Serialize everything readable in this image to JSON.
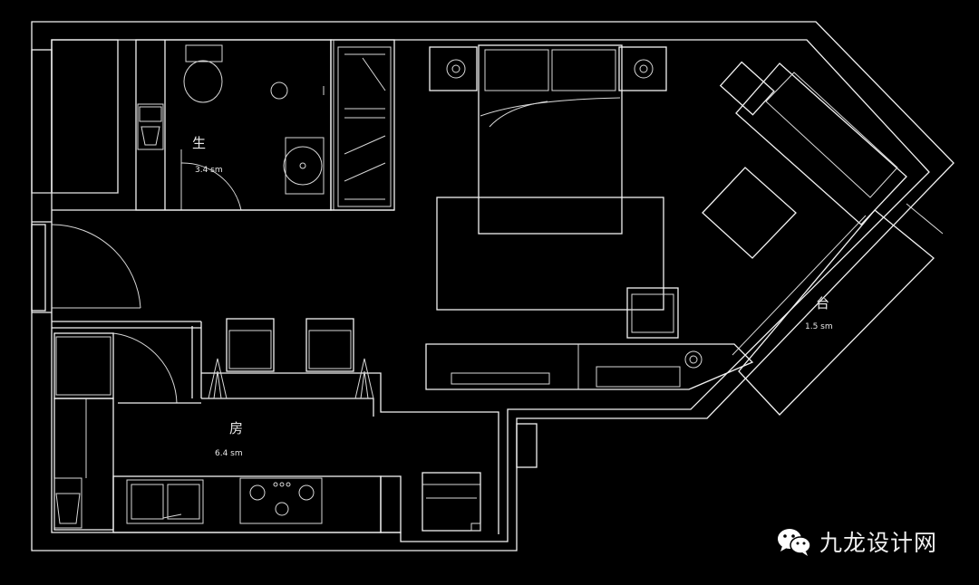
{
  "rooms": {
    "bathroom": {
      "name": "生",
      "area": "3.4 sm"
    },
    "balcony": {
      "name": "台",
      "area": "1.5 sm"
    },
    "kitchen": {
      "name": "房",
      "area": "6.4 sm"
    }
  },
  "watermark": {
    "text": "九龙设计网",
    "icon": "wechat-icon"
  },
  "colors": {
    "background": "#000000",
    "lines": "#f2f2f2"
  }
}
